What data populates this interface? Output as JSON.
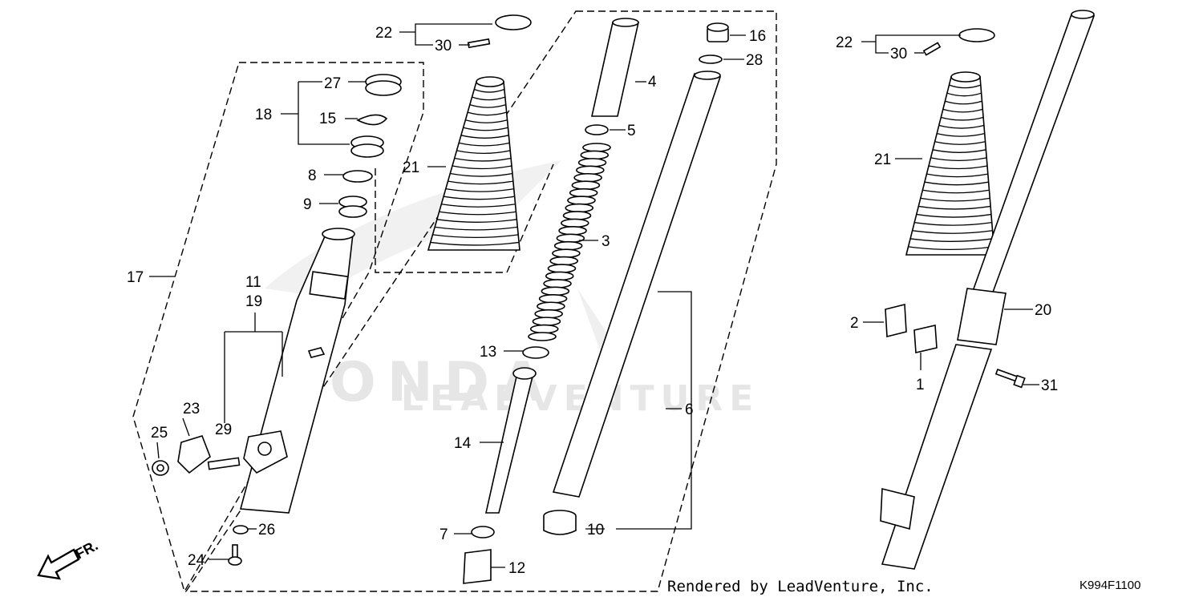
{
  "diagram": {
    "callouts": [
      "1",
      "2",
      "3",
      "4",
      "5",
      "6",
      "7",
      "8",
      "9",
      "10",
      "11",
      "12",
      "13",
      "14",
      "15",
      "16",
      "17",
      "18",
      "19",
      "20",
      "21",
      "22",
      "23",
      "24",
      "25",
      "26",
      "27",
      "28",
      "29",
      "30",
      "31"
    ],
    "callout_30b": "30",
    "callout_22b": "22",
    "callout_21b": "21",
    "watermark_brand": "HONDA",
    "watermark_dealer": "LEADVENTURE",
    "footer": "Rendered by LeadVenture, Inc.",
    "diagram_code": "K994F1100",
    "direction_label": "FR."
  }
}
